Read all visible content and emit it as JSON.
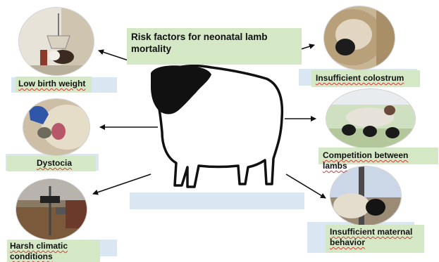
{
  "title": "Risk factors for neonatal lamb mortality",
  "factors": {
    "low_birth_weight": "Low birth weight",
    "dystocia": "Dystocia",
    "harsh_climatic": "Harsh climatic conditions",
    "insufficient_colostrum": "Insufficient colostrum",
    "competition": "Competition between lambs",
    "maternal_behavior": "Insufficient maternal behavior"
  },
  "colors": {
    "label_fill": "#d5e8c6",
    "highlight_fill": "#dbe6f3",
    "arrow": "#111111"
  }
}
